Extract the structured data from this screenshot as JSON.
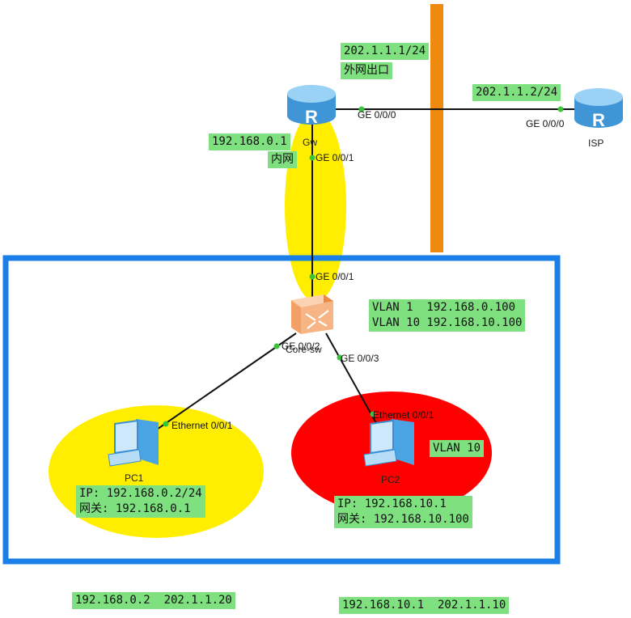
{
  "colors": {
    "external_bar": "#f08a0e",
    "lan_frame": "#1a7fe6",
    "inner_zone": "#ffee00",
    "pc1_zone": "#ffee00",
    "pc2_zone": "#ff0000",
    "label_bg": "#7ee07e",
    "router": "#5aaee6",
    "switch": "#f2a068"
  },
  "devices": {
    "gw": {
      "name": "Gw",
      "icon": "router-icon",
      "symbol": "R"
    },
    "isp": {
      "name": "ISP",
      "icon": "router-icon",
      "symbol": "R"
    },
    "core_sw": {
      "name": "Core-sw",
      "icon": "switch-icon"
    },
    "pc1": {
      "name": "PC1",
      "icon": "computer-icon"
    },
    "pc2": {
      "name": "PC2",
      "icon": "computer-icon"
    }
  },
  "ports": {
    "gw_ge000": "GE 0/0/0",
    "isp_ge000": "GE 0/0/0",
    "gw_ge001": "GE 0/0/1",
    "sw_ge001": "GE 0/0/1",
    "sw_ge002": "GE 0/0/2",
    "sw_ge003": "GE 0/0/3",
    "pc1_eth": "Ethernet 0/0/1",
    "pc2_eth": "Ethernet 0/0/1"
  },
  "labels": {
    "wan_ip": "202.1.1.1/24",
    "wan_name": "外网出口",
    "isp_ip": "202.1.1.2/24",
    "lan_ip": "192.168.0.1",
    "lan_name": "内网",
    "sw_vlans": "VLAN 1  192.168.0.100\nVLAN 10 192.168.10.100",
    "pc1_cfg": "IP: 192.168.0.2/24\n网关: 192.168.0.1",
    "pc2_vlan": "VLAN 10",
    "pc2_cfg": "IP: 192.168.10.1\n网关: 192.168.10.100",
    "nat_pc1": "192.168.0.2  202.1.1.20",
    "nat_pc2": "192.168.10.1  202.1.1.10"
  }
}
